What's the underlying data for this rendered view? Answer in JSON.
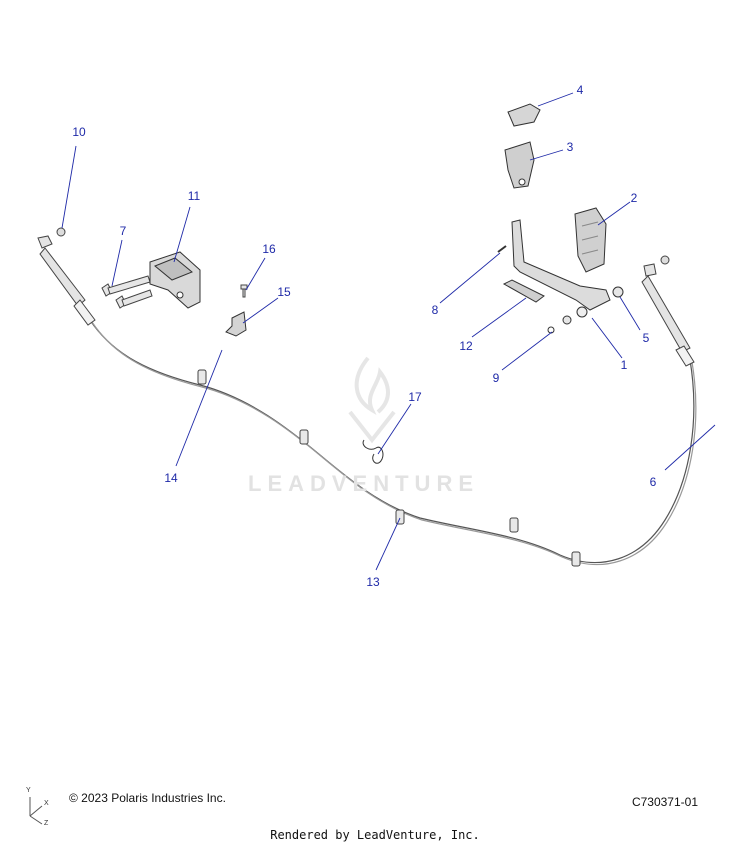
{
  "callouts": [
    {
      "label": "1"
    },
    {
      "label": "2"
    },
    {
      "label": "3"
    },
    {
      "label": "4"
    },
    {
      "label": "5"
    },
    {
      "label": "6"
    },
    {
      "label": "7"
    },
    {
      "label": "8"
    },
    {
      "label": "9"
    },
    {
      "label": "10"
    },
    {
      "label": "11"
    },
    {
      "label": "12"
    },
    {
      "label": "13"
    },
    {
      "label": "14"
    },
    {
      "label": "15"
    },
    {
      "label": "16"
    },
    {
      "label": "17"
    }
  ],
  "watermark": "LEADVENTURE",
  "footer": {
    "copyright": "© 2023 Polaris Industries Inc.",
    "drawing_id": "C730371-01",
    "rendered_by": "Rendered by LeadVenture, Inc."
  },
  "axis": {
    "y": "Y",
    "x": "X",
    "z": "Z"
  },
  "colors": {
    "callout": "#1f2aa8",
    "line": "#3a3a3a",
    "part_fill": "#d9d9d9"
  }
}
